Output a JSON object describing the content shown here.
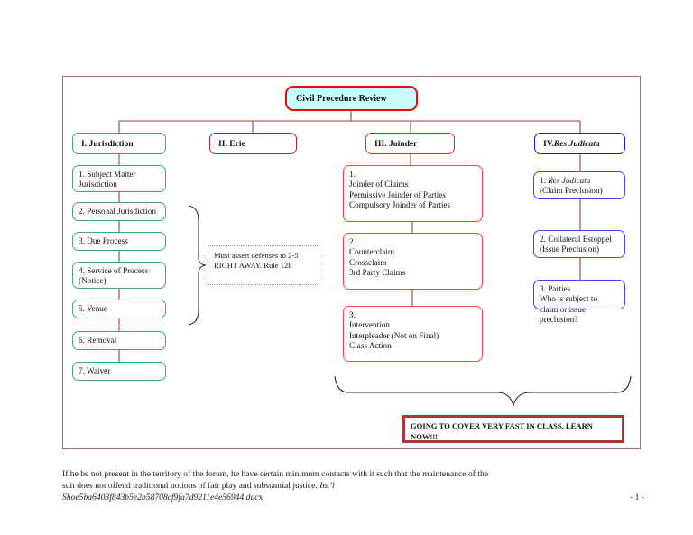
{
  "document": {
    "title": "Civil Procedure Review",
    "page_number": "- 1 -"
  },
  "categories": [
    {
      "id": "I",
      "label": "I.  Jurisdiction",
      "color": "#3faa70"
    },
    {
      "id": "II",
      "label": "II.  Erie",
      "color": "#a82156"
    },
    {
      "id": "III",
      "label": "III.  Joinder",
      "color": "#ff2020"
    },
    {
      "id": "IV",
      "label_prefix": "IV.  ",
      "label_italic": "Res Judicata",
      "color": "#1818e0"
    }
  ],
  "jurisdiction_items": [
    "1. Subject Matter\nJurisdiction",
    "2. Personal Jurisdiction",
    "3. Due Process",
    "4. Service of Process\n(Notice)",
    "5. Venue",
    "6. Removal",
    "7. Waiver"
  ],
  "joinder_items": [
    "1.\nJoinder of Claims\nPermissive Joinder of Parties\nCompulsory Joinder of Parties",
    "2.\nCounterclaim\nCrossclaim\n3rd Party Claims",
    "3.\nIntervention\nInterpleader  (Not on Final)\nClass Action"
  ],
  "res_judicata_items": [
    {
      "prefix": "1. ",
      "italic": "Res Judicata",
      "rest": "\n(Claim Preclusion)"
    },
    {
      "plain": "2. Collateral Estoppel\n(Issue Preclusion)"
    },
    {
      "plain": "3. Parties\nWho is subject to\nclaim or issue\npreclusion?"
    }
  ],
  "note": {
    "text": "Must assert defenses to 2-5\nRIGHT AWAY.  Rule 12b"
  },
  "banner": {
    "text": "GOING TO COVER VERY FAST IN CLASS. LEARN\nNOW!!!"
  },
  "footer": {
    "line1": "If he be not present in the territory of the forum, he have certain minimum contacts with it such that the maintenance of the",
    "line2_plain": "suit does not offend traditional notions of fair play and substantial justice.  ",
    "line2_italic": "Int’l",
    "line3_italic": "Shoe5ba6403f843b5e2b58708cf9fa7d9211e4e56944.doc",
    "line3_tail": "x"
  },
  "colors": {
    "page_border": "#b06a6a",
    "title_fill": "#ccfbfb",
    "title_border": "#ff0000",
    "connector": "#a03b3b",
    "brace": "#2b2b2b",
    "note_border": "#79a6b8",
    "banner_border": "#b03636"
  }
}
